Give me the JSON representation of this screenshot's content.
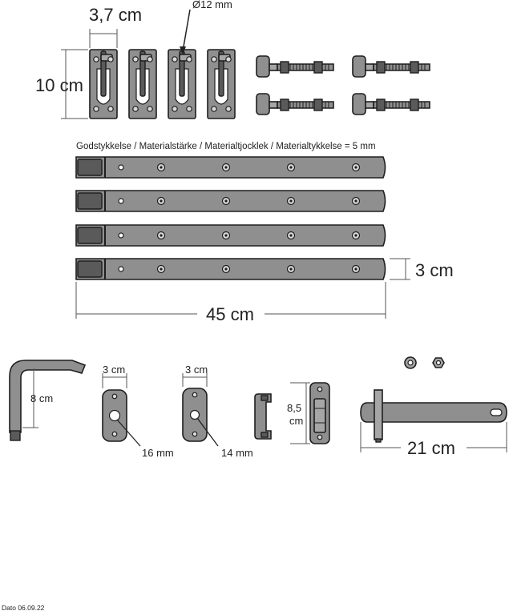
{
  "labels": {
    "latch_width": "3,7 cm",
    "latch_height": "10 cm",
    "pin_diameter": "Ø12 mm",
    "thickness_note": "Godstykkelse / Materialstärke / Materialtjocklek / Materialtykkelse = 5 mm",
    "strap_height": "3 cm",
    "strap_length": "45 cm",
    "pin_length": "8 cm",
    "plate1_width": "3 cm",
    "plate1_hole": "16 mm",
    "plate2_width": "3 cm",
    "plate2_hole": "14 mm",
    "keeper_height_a": "8,5",
    "keeper_height_b": "cm",
    "bar_length": "21 cm",
    "date": "Dato 06.09.22"
  }
}
